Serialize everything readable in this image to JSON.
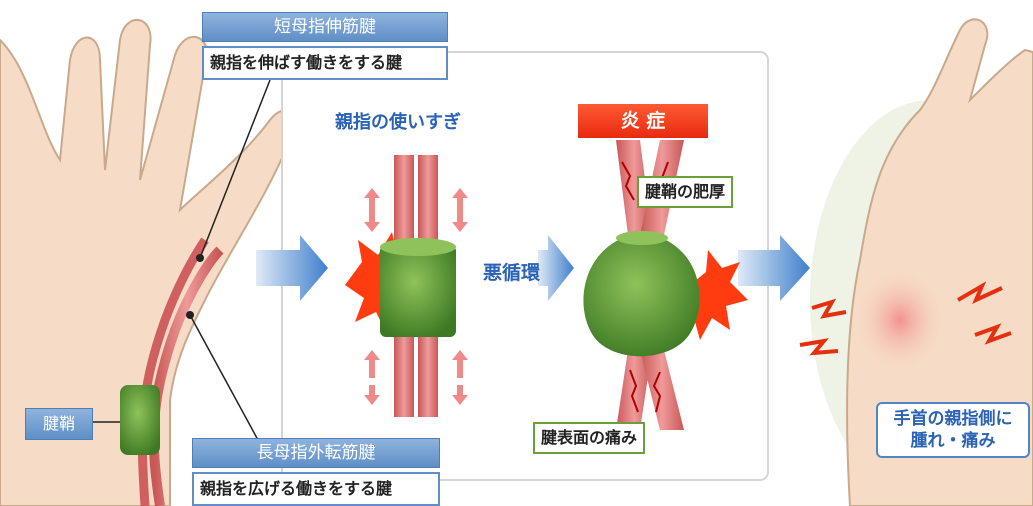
{
  "labels": {
    "epb_title": "短母指伸筋腱",
    "epb_desc": "親指を伸ばす働きをする腱",
    "apl_title": "長母指外転筋腱",
    "apl_desc": "親指を広げる働きをする腱",
    "sheath": "腱鞘",
    "overuse": "親指の使いすぎ",
    "inflammation": "炎 症",
    "vicious_cycle": "悪循環",
    "sheath_thickening": "腱鞘の肥厚",
    "tendon_surface_pain": "腱表面の痛み",
    "symptom_line1": "手首の親指側に",
    "symptom_line2": "腫れ・痛み"
  },
  "colors": {
    "tendon": "#d96b6b",
    "sheath_green": "#5f9a3a",
    "burst_red": "#ff3b10",
    "arrow_blue": "#4a86cc",
    "skin": "#f6dcc6"
  }
}
